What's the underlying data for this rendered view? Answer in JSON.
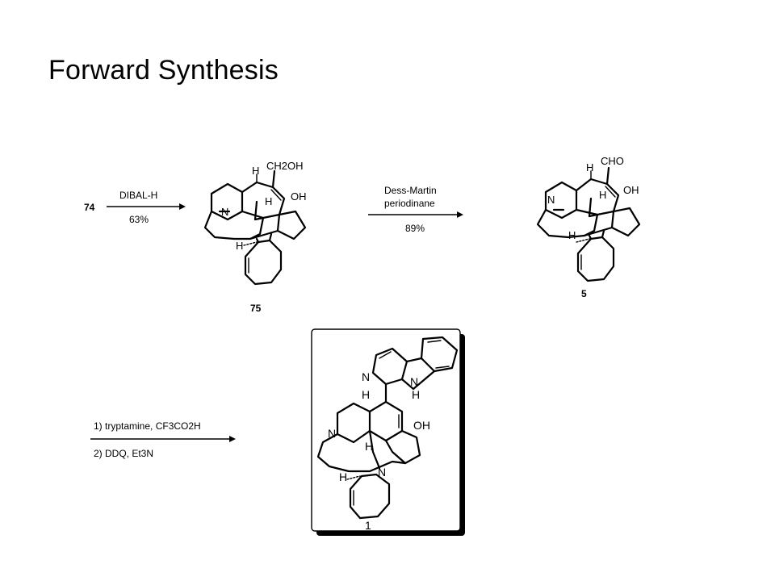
{
  "slide": {
    "title": "Forward Synthesis"
  },
  "step1": {
    "start": "74",
    "reagent": "DIBAL-H",
    "yield": "63%",
    "product": "75",
    "labels": {
      "ch2oh": "CH2OH",
      "oh": "OH",
      "n": "N",
      "h1": "H",
      "h2": "H",
      "h3": "H"
    }
  },
  "step2": {
    "reagent_line1": "Dess-Martin",
    "reagent_line2": "periodinane",
    "yield": "89%",
    "product": "5",
    "labels": {
      "cho": "CHO",
      "oh": "OH",
      "n": "N",
      "h1": "H",
      "h2": "H",
      "h3": "H"
    }
  },
  "step3": {
    "reagent_line1": "1) tryptamine, CF3CO2H",
    "reagent_line2": "2) DDQ, Et3N",
    "product": "1",
    "labels": {
      "n_pyr": "N",
      "nh": "N",
      "h_nh": "H",
      "h1": "H",
      "oh": "OH",
      "n": "N",
      "h2": "H",
      "n2": "N",
      "h3": "H"
    }
  }
}
